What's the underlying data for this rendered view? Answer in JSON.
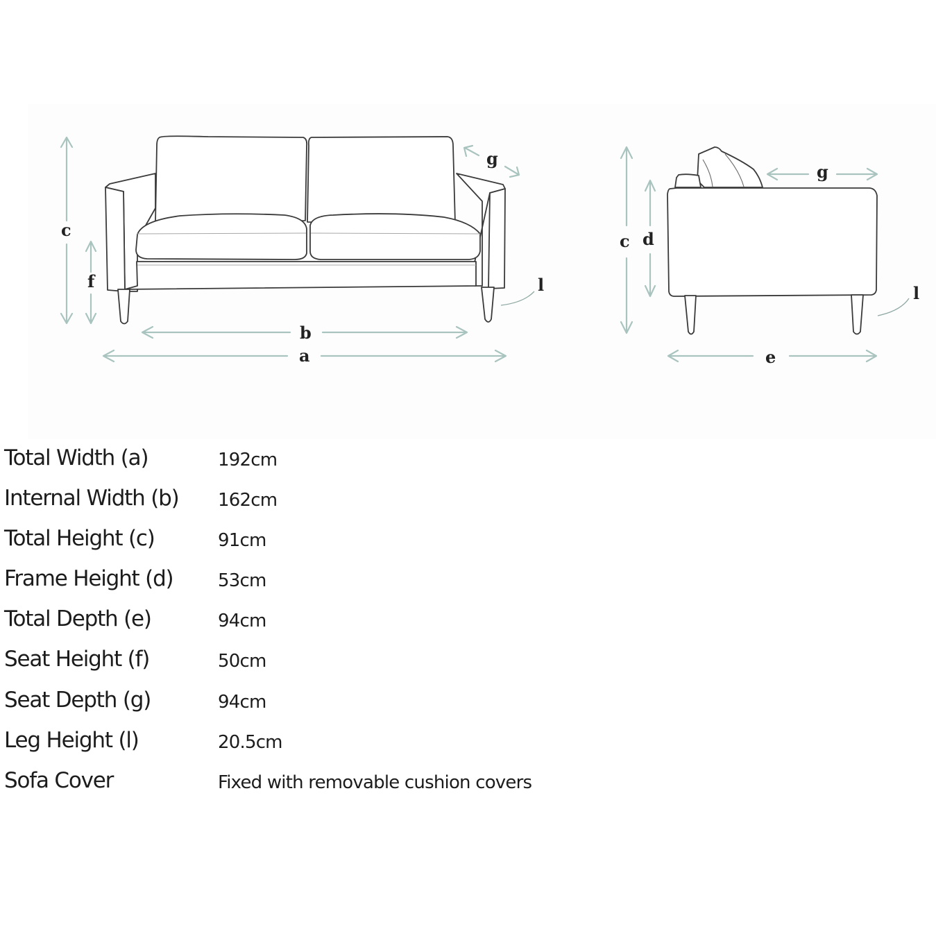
{
  "diagram": {
    "front_view": {
      "labels": {
        "a": "a",
        "b": "b",
        "c": "c",
        "f": "f",
        "g": "g",
        "l": "l"
      }
    },
    "side_view": {
      "labels": {
        "c": "c",
        "d": "d",
        "e": "e",
        "g": "g",
        "l": "l"
      }
    },
    "colors": {
      "arrow": "#a9c4bf",
      "outline": "#3a3a3a",
      "background": "#fdfdfd"
    }
  },
  "specs": [
    {
      "label": "Total Width (a)",
      "value": "192cm"
    },
    {
      "label": "Internal Width (b)",
      "value": "162cm"
    },
    {
      "label": "Total Height (c)",
      "value": "91cm"
    },
    {
      "label": "Frame Height (d)",
      "value": "53cm"
    },
    {
      "label": "Total Depth (e)",
      "value": "94cm"
    },
    {
      "label": "Seat Height (f)",
      "value": "50cm"
    },
    {
      "label": "Seat Depth (g)",
      "value": "94cm"
    },
    {
      "label": "Leg Height (l)",
      "value": "20.5cm"
    },
    {
      "label": "Sofa Cover",
      "value": "Fixed with removable cushion covers"
    }
  ]
}
